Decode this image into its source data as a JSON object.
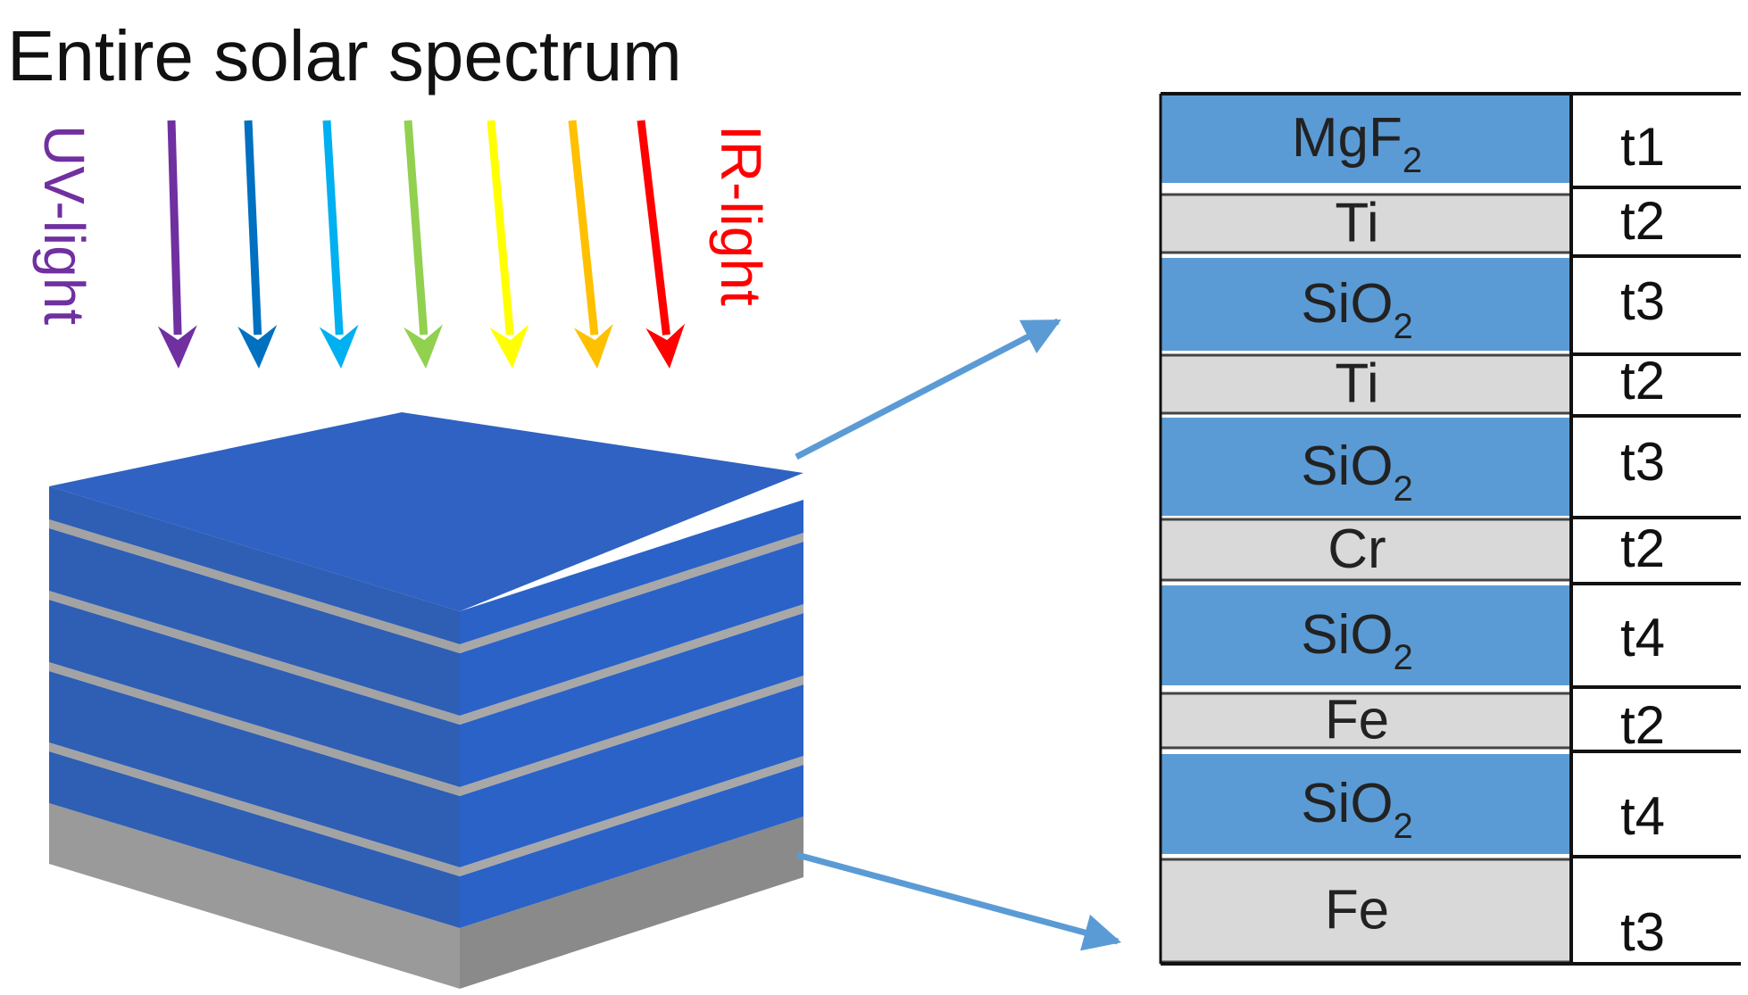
{
  "title": "Entire solar spectrum",
  "uv_label": "UV-light",
  "ir_label": "IR-light",
  "colors": {
    "uv": "#7030a0",
    "ir": "#ff0000",
    "layer_dielectric": "#5b9bd5",
    "layer_metal": "#d9d9d9",
    "cube_blue": "#2e63c0",
    "cube_gray": "#9a9a9a",
    "callout_arrow": "#5b9bd5",
    "rays": [
      "#7030a0",
      "#0070c0",
      "#00b0f0",
      "#92d050",
      "#ffff00",
      "#ffc000",
      "#ff0000"
    ]
  },
  "layers": [
    {
      "name": "MgF",
      "sub": "2",
      "thickness": "t1",
      "kind": "dielectric"
    },
    {
      "name": "Ti",
      "sub": "",
      "thickness": "t2",
      "kind": "metal"
    },
    {
      "name": "SiO",
      "sub": "2",
      "thickness": "t3",
      "kind": "dielectric"
    },
    {
      "name": "Ti",
      "sub": "",
      "thickness": "t2",
      "kind": "metal"
    },
    {
      "name": "SiO",
      "sub": "2",
      "thickness": "t3",
      "kind": "dielectric"
    },
    {
      "name": "Cr",
      "sub": "",
      "thickness": "t2",
      "kind": "metal"
    },
    {
      "name": "SiO",
      "sub": "2",
      "thickness": "t4",
      "kind": "dielectric"
    },
    {
      "name": "Fe",
      "sub": "",
      "thickness": "t2",
      "kind": "metal"
    },
    {
      "name": "SiO",
      "sub": "2",
      "thickness": "t4",
      "kind": "dielectric"
    },
    {
      "name": "Fe",
      "sub": "",
      "thickness": "t3",
      "kind": "metal"
    }
  ]
}
